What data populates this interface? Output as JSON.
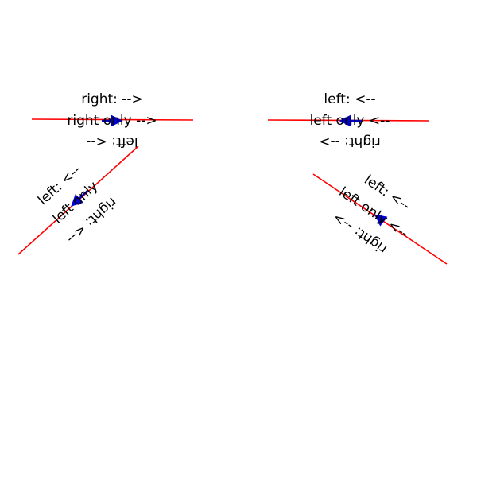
{
  "colors": {
    "line": "#ff0000",
    "arrow": "#0000cc",
    "text": "#000000"
  },
  "panels": [
    {
      "horizontal": {
        "above": "right: -->",
        "on": "right only -->",
        "below": "left: <--"
      },
      "diagonal": {
        "above": "left: <--",
        "on": "left only",
        "below": "right: <--"
      }
    },
    {
      "horizontal": {
        "above": "left: <--",
        "on": "left only <--",
        "below": "right: -->"
      },
      "diagonal": {
        "above": "left: <--",
        "on": "left only <--",
        "below": "right: -->"
      }
    }
  ]
}
